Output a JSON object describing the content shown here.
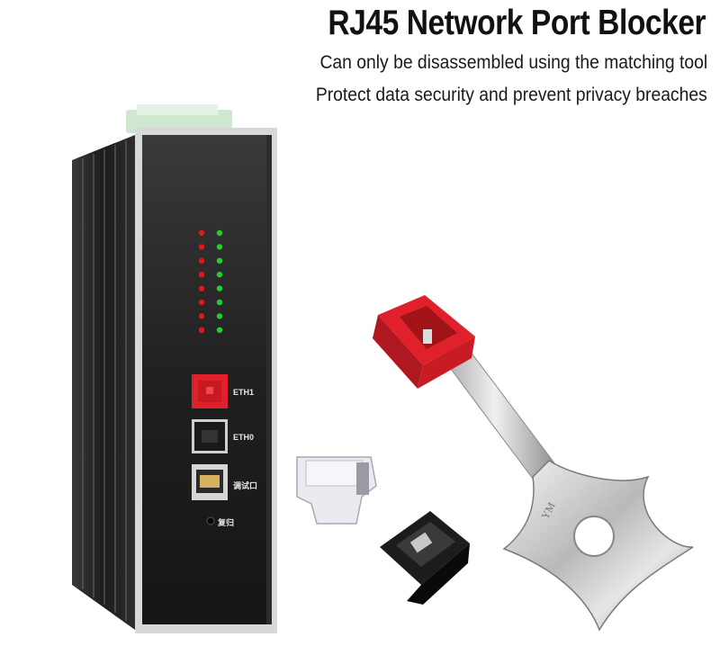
{
  "heading": {
    "title": "RJ45 Network Port Blocker",
    "line1": "Can only be disassembled using the matching tool",
    "line2": "Protect data security and prevent privacy breaches"
  },
  "device": {
    "ports": [
      {
        "label": "ETH1",
        "state": "blocked-red"
      },
      {
        "label": "ETH0",
        "state": "blocked-black"
      },
      {
        "label": "调试口",
        "state": "open"
      }
    ],
    "reset_label": "复归",
    "led_rows": 8
  },
  "key": {
    "engraving": "YM"
  },
  "colors": {
    "blocker_red": "#e0202a",
    "device_body": "#1e1e1e",
    "led_red": "#e01818",
    "led_green": "#22d02a"
  }
}
